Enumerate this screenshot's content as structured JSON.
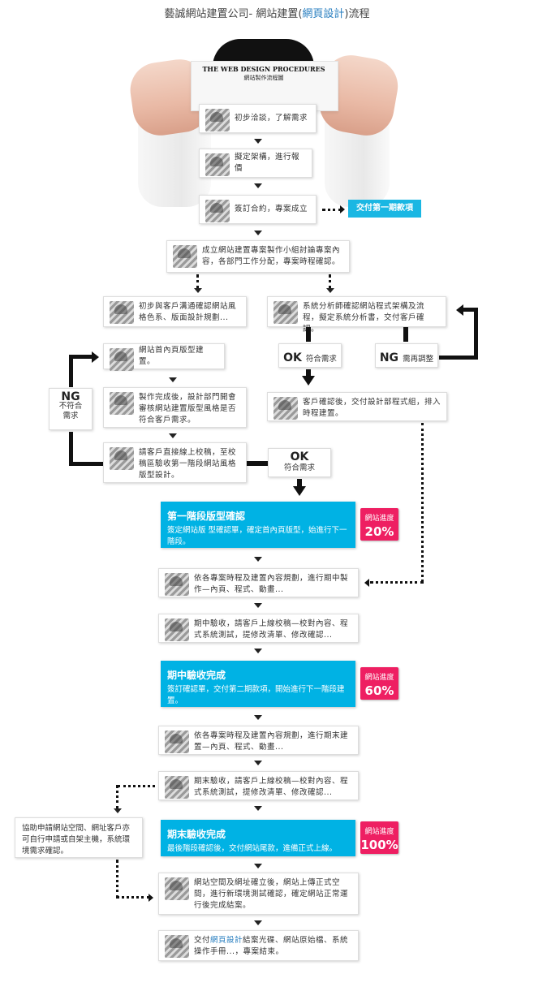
{
  "header": {
    "title_prefix": "藝誠網站建置公司- 網站建置(",
    "title_link": "網頁設計",
    "title_suffix": ")流程"
  },
  "banner": {
    "title": "THE WEB DESIGN PROCEDURES",
    "subtitle": "網站製作流程圖"
  },
  "steps": {
    "s1": "初步洽談，了解需求",
    "s2": "擬定架構，進行報價",
    "s3": "簽訂合約，專案成立",
    "s4": "成立網站建置專案製作小組討論專案內容，各部門工作分配，專案時程確認。",
    "s5": "初步與客戶溝通確認網站風格色系、版面設計規劃...",
    "s6": "系統分析師確認網站程式架構及流程，擬定系統分析書，交付客戶確認。",
    "s7": "網站首內頁版型建置。",
    "s8": "製作完成後，設計部門開會審核網站建置版型風格是否符合客戶需求。",
    "s9": "客戶確認後，交付設計部程式組，排入時程建置。",
    "s10": "請客戶直接線上校稿，至校稿區驗收第一階段網站風格版型設計。",
    "s11": "依各專案時程及建置內容規劃，進行期中製作—內頁、程式、動畫...",
    "s12": "期中驗收，請客戶上線校稿—校對內容、程式系統測試，提修改清單、修改確認...",
    "s13": "依各專案時程及建置內容規劃，進行期末建置—內頁、程式、動畫...",
    "s14": "期末驗收，請客戶上線校稿—校對內容、程式系統測試，提修改清單、修改確認...",
    "s15": "網站空間及網址確立後，網站上傳正式空間，進行新環境測試確認，確定網站正常運行後完成結案。",
    "s16_prefix": "交付",
    "s16_link": "網頁設計",
    "s16_suffix": "結案光碟、網站原始檔、系統操作手冊...，專案結束。"
  },
  "payment": {
    "first": "交付第一期款項"
  },
  "ok_ng": {
    "ok1_big": "OK",
    "ok1_small": "符合需求",
    "ng1_big": "NG",
    "ng1_small": "需再調整",
    "ng2_big": "NG",
    "ng2_small1": "不符合",
    "ng2_small2": "需求",
    "ok2_big": "OK",
    "ok2_small": "符合需求"
  },
  "phases": {
    "p1_title": "第一階段版型確認",
    "p1_desc": "簽定網站版 型確認單，確定首內頁版型，始進行下一階段。",
    "p2_title": "期中驗收完成",
    "p2_desc": "簽訂確認單，交付第二期款項，開始進行下一階段建置。",
    "p3_title": "期末驗收完成",
    "p3_desc": "最後階段確認後，交付網站尾款，進備正式上線。"
  },
  "progress": {
    "label": "網站進度",
    "v1": "20%",
    "v2": "60%",
    "v3": "100%"
  },
  "side_note": "協助申請網站空間、網址客戶亦可自行申請或自架主機，系統環境需求確認。",
  "colors": {
    "cyan": "#00b2e4",
    "pink": "#ee1f62",
    "link": "#2a7fc0"
  }
}
